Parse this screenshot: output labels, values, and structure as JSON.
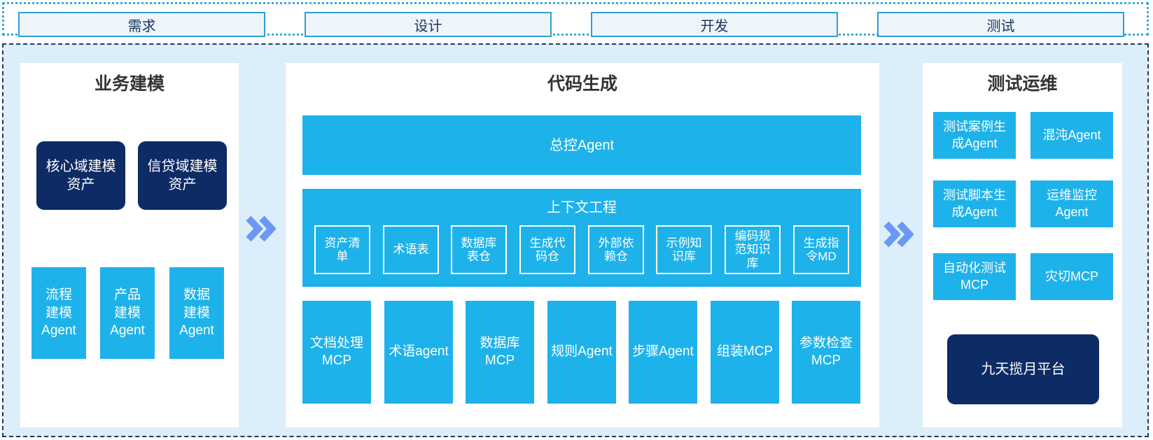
{
  "colors": {
    "cyan": "#1EB2EA",
    "navy": "#0D2B64",
    "container_bg": "#DCEEF9",
    "container_border": "#1F3A5F",
    "strip_border": "#35ACDB",
    "phase_box_bg": "#EDF4FA",
    "phase_box_border": "#2E9FD4",
    "phase_text": "#17365D",
    "title_text": "#333333",
    "arrow": "#6C97F2"
  },
  "phases": [
    "需求",
    "设计",
    "开发",
    "测试"
  ],
  "business_modeling": {
    "title": "业务建模",
    "assets": [
      "核心域建模\n资产",
      "信贷域建模\n资产"
    ],
    "agents": [
      "流程\n建模\nAgent",
      "产品\n建模\nAgent",
      "数据\n建模\nAgent"
    ]
  },
  "code_generation": {
    "title": "代码生成",
    "master_agent": "总控Agent",
    "context_engineering": {
      "title": "上下文工程",
      "items": [
        "资产清\n单",
        "术语表",
        "数据库\n表仓",
        "生成代\n码仓",
        "外部依\n赖仓",
        "示例知\n识库",
        "编码规\n范知识\n库",
        "生成指\n令MD"
      ]
    },
    "workers": [
      "文档处理\nMCP",
      "术语agent",
      "数据库\nMCP",
      "规则Agent",
      "步骤Agent",
      "组装MCP",
      "参数检查\nMCP"
    ]
  },
  "test_ops": {
    "title": "测试运维",
    "boxes": [
      "测试案例生\n成Agent",
      "混沌Agent",
      "测试脚本生\n成Agent",
      "运维监控\nAgent",
      "自动化测试\nMCP",
      "灾切MCP"
    ],
    "platform": "九天揽月平台"
  }
}
